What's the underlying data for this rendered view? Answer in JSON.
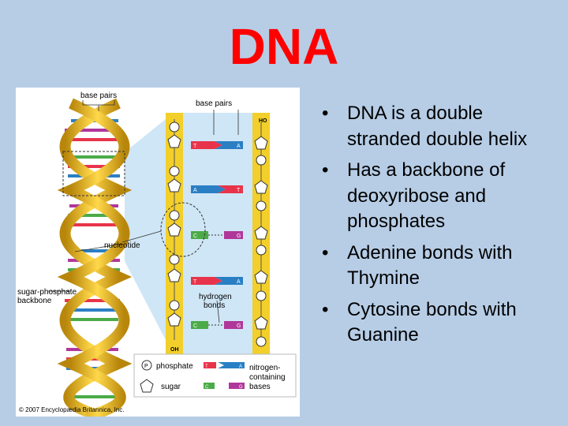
{
  "slide": {
    "title": "DNA",
    "bullets": [
      "DNA is a double stranded double helix",
      "Has a backbone of deoxyribose and phosphates",
      "Adenine bonds with Thymine",
      "Cytosine bonds with Guanine"
    ]
  },
  "figure": {
    "labels": {
      "base_pairs_top": "base pairs",
      "base_pairs_mid": "base pairs",
      "nucleotide": "nucleotide",
      "sugar_phosphate": "sugar-phosphate",
      "backbone": "backbone",
      "hydrogen": "hydrogen",
      "bonds": "bonds",
      "ho": "HO",
      "oh": "OH",
      "copyright": "© 2007 Encyclopædia Britannica, Inc."
    },
    "ladder_rows": [
      {
        "left": "T",
        "right": "A"
      },
      {
        "left": "A",
        "right": "T"
      },
      {
        "left": "C",
        "right": "G"
      },
      {
        "left": "T",
        "right": "A"
      },
      {
        "left": "C",
        "right": "G"
      }
    ],
    "legend": {
      "phosphate": "phosphate",
      "sugar": "sugar",
      "nitrogen1": "nitrogen-",
      "nitrogen2": "containing",
      "nitrogen3": "bases",
      "t": "T",
      "a": "A",
      "c": "C",
      "g": "G",
      "p": "P"
    },
    "colors": {
      "thymine": "#e8344a",
      "adenine": "#2a7fc4",
      "cytosine": "#4bab48",
      "guanine": "#b0379a",
      "backbone": "#f2cf2a",
      "panel": "#cfe6f6"
    }
  }
}
